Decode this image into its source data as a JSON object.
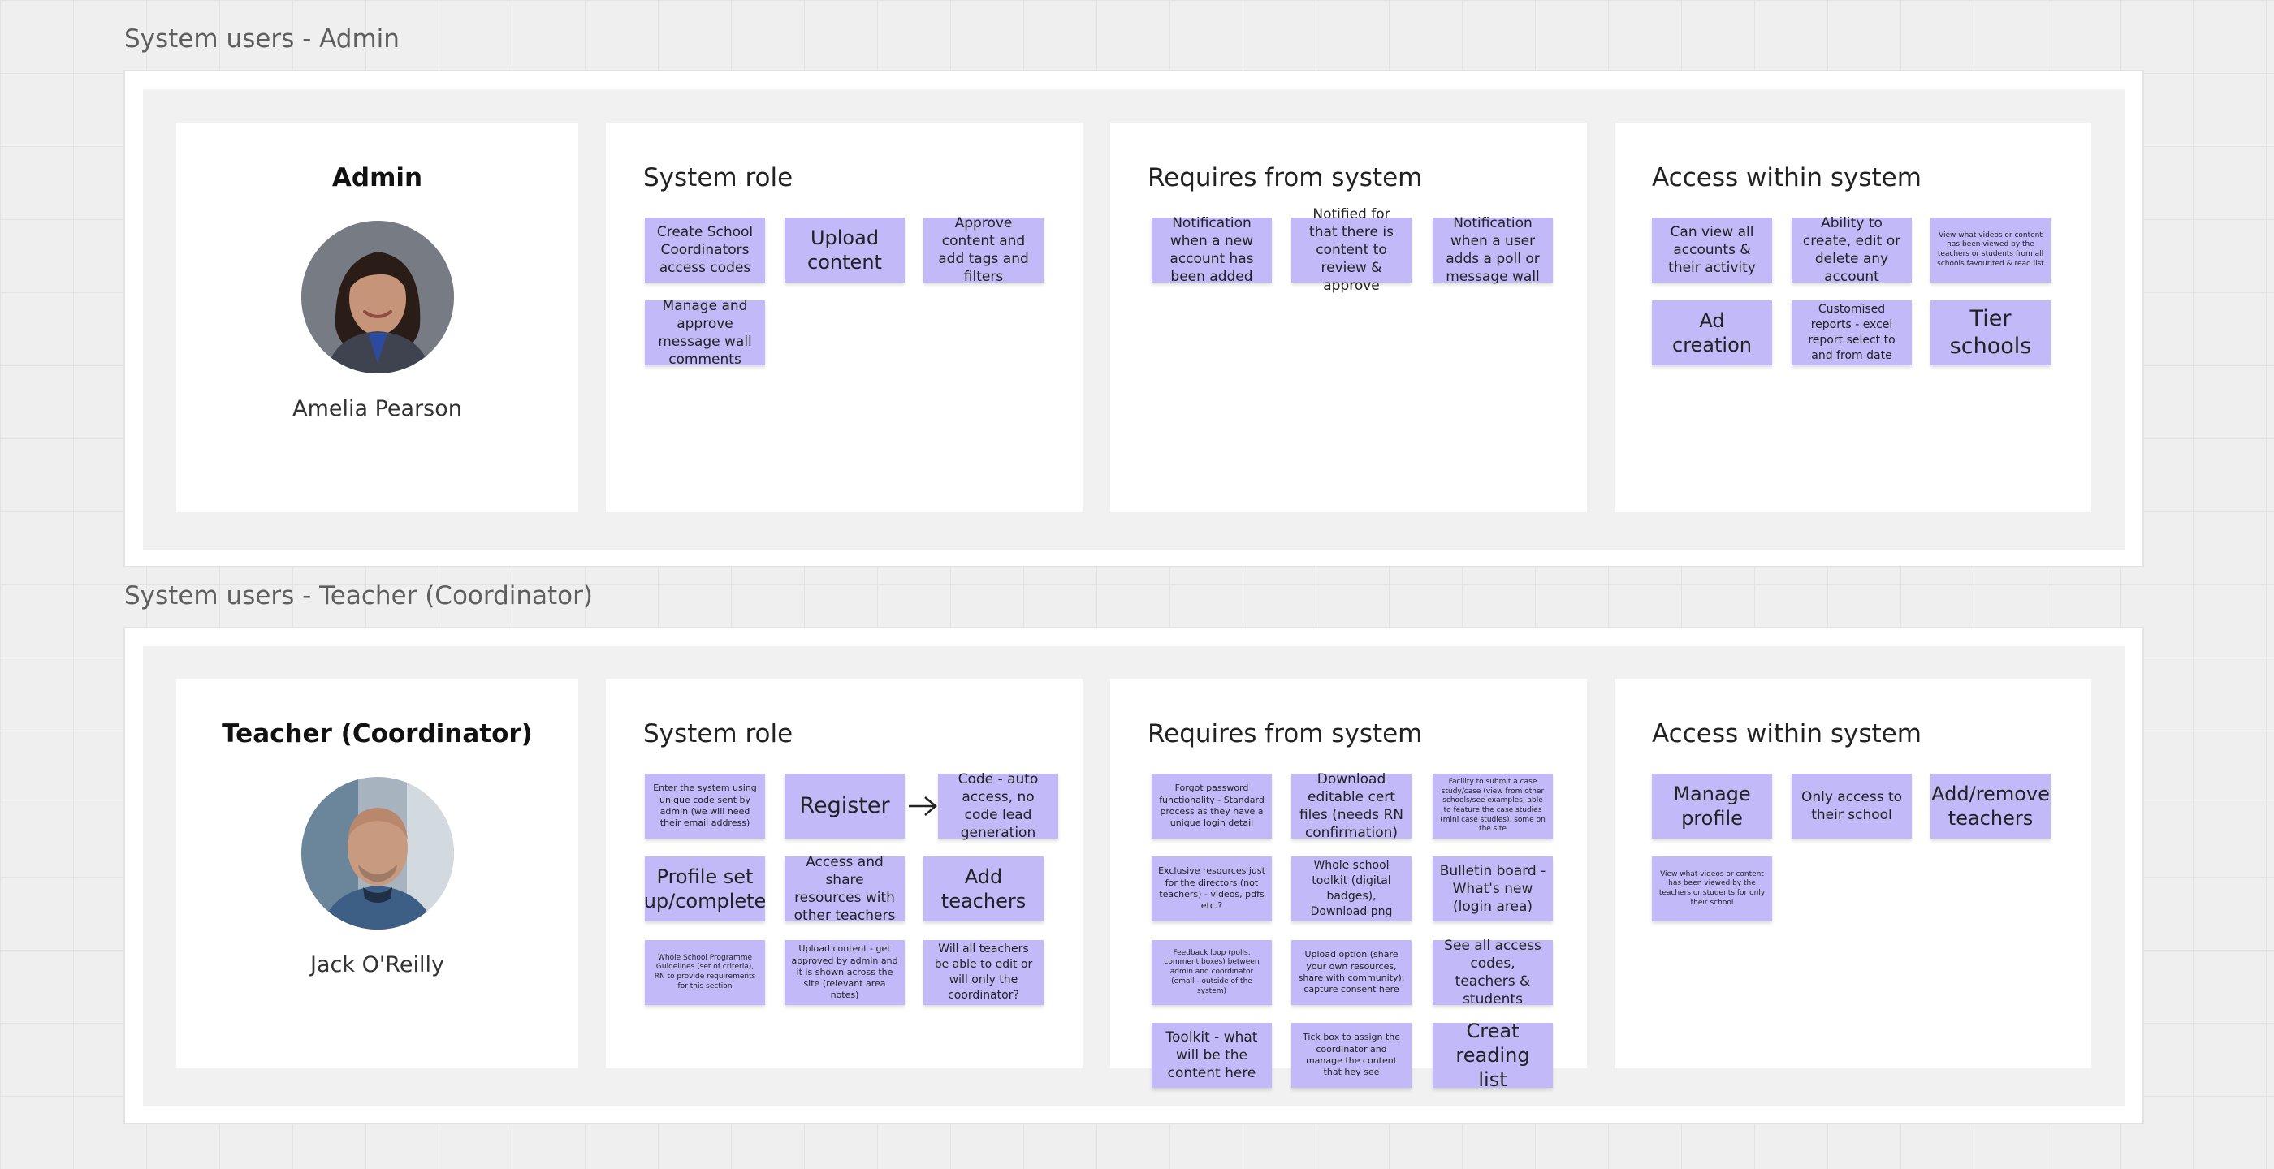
{
  "colors": {
    "canvas": "#efefef",
    "sticky": "#c2b9f8",
    "frame": "#ffffff",
    "frame_inner": "#f1f1f1"
  },
  "admin_section": {
    "title": "System users - Admin",
    "profile": {
      "role_title": "Admin",
      "name": "Amelia Pearson",
      "avatar_icon": "woman-portrait-avatar"
    },
    "system_role": {
      "heading": "System role",
      "notes": [
        "Create School Coordinators access codes",
        "Upload content",
        "Approve content and add tags and filters",
        "Manage and approve message wall comments"
      ]
    },
    "requires": {
      "heading": "Requires from system",
      "notes": [
        "Notification when a new account has been added",
        "Notified for that there is content to review & approve",
        "Notification when a user adds a poll or message wall"
      ]
    },
    "access": {
      "heading": "Access within system",
      "notes": [
        "Can view all accounts & their activity",
        "Ability to create, edit or delete any account",
        "View what videos or content has been viewed by the teachers or students from all schools favourited & read list",
        "Ad creation",
        "Customised reports - excel report select to and from date",
        "Tier schools"
      ]
    }
  },
  "teacher_section": {
    "title": "System users - Teacher (Coordinator)",
    "profile": {
      "role_title": "Teacher (Coordinator)",
      "name": "Jack O'Reilly",
      "avatar_icon": "man-portrait-avatar"
    },
    "system_role": {
      "heading": "System role",
      "arrow_icon": "right-arrow-icon",
      "notes": [
        "Enter the system using unique code sent by admin (we will need their email address)",
        "Register",
        "Code - auto access, no code lead generation",
        "Profile set up/complete",
        "Access and share resources with other teachers",
        "Add teachers",
        "Whole School Programme Guidelines (set of criteria), RN to provide requirements for this section",
        "Upload content - get approved by admin and it is shown across the site (relevant area notes)",
        "Will all teachers be able to edit or will only the coordinator?"
      ]
    },
    "requires": {
      "heading": "Requires from system",
      "notes": [
        "Forgot password functionality - Standard process as they have a unique login detail",
        "Download editable cert files (needs RN confirmation)",
        "Facility to submit a case study/case (view from other schools/see examples, able to feature the case studies (mini case studies), some on the site",
        "Exclusive resources just for the directors (not teachers) - videos, pdfs etc.?",
        "Whole school toolkit (digital badges), Download png",
        "Bulletin board - What's new (login area)",
        "Feedback loop (polls, comment boxes) between admin and coordinator (email - outside of the system)",
        "Upload option (share your own resources, share with community), capture consent here",
        "See all access codes, teachers & students",
        "Toolkit - what will be the content here",
        "Tick box to assign the coordinator and manage the content that hey see",
        "Creat reading list"
      ]
    },
    "access": {
      "heading": "Access within system",
      "notes": [
        "Manage profile",
        "Only access to their school",
        "Add/remove teachers",
        "View what videos or content has been viewed by the teachers or students for only their school"
      ]
    }
  }
}
